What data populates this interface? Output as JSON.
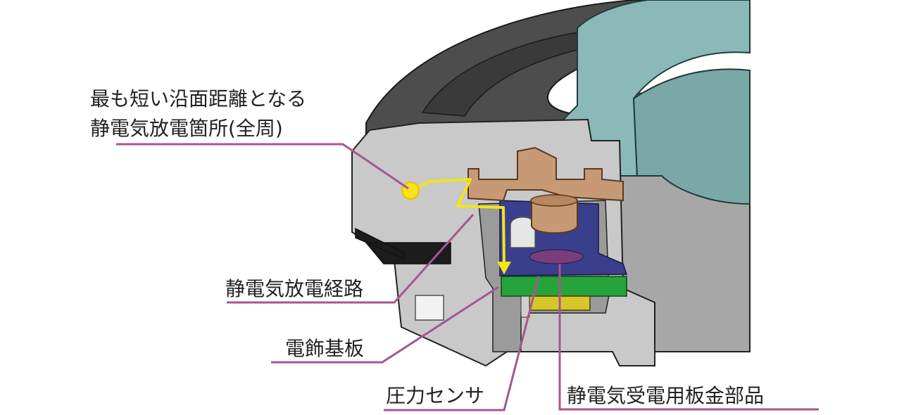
{
  "labels": {
    "shortest_line1": "最も短い沿面距離となる",
    "shortest_line2": "静電気放電箇所(全周)",
    "discharge_path": "静電気放電経路",
    "decor_board": "電飾基板",
    "pressure_sensor": "圧力センサ",
    "receiver_plate": "静電気受電用板金部品"
  },
  "colors": {
    "leader": "#a4578f",
    "path": "#f2e51c",
    "copper": "#c79a75",
    "green_board": "#26a33b",
    "purple_plate": "#3a3f8c",
    "teal_body": "#8ab9b8",
    "dark_ring": "#4a4a4a",
    "light_gray": "#c9c9c9",
    "yellow_sensor": "#d6c62a"
  }
}
